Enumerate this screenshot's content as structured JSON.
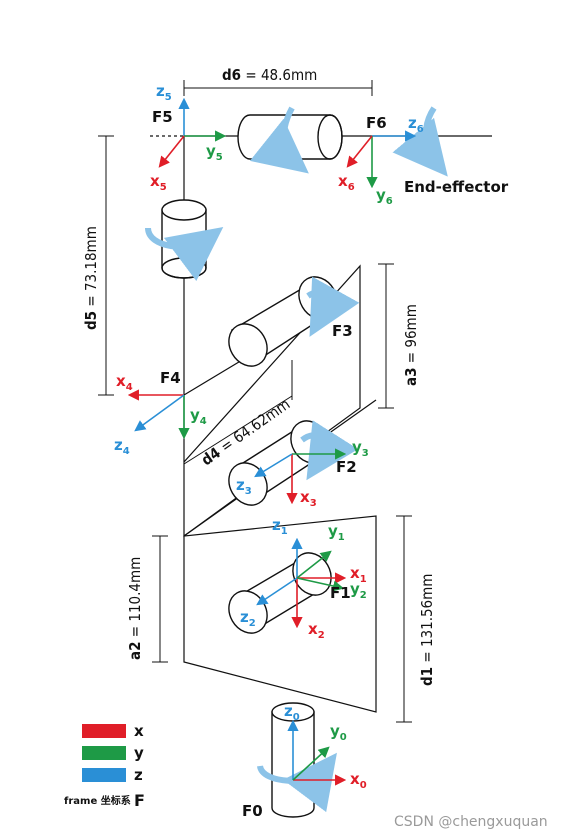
{
  "colors": {
    "x_axis": "#e01e28",
    "y_axis": "#1e9a46",
    "z_axis": "#2a8fd6",
    "rotation": "#8cc3e8",
    "line": "#111111",
    "watermark": "#9a9a9a"
  },
  "dimensions": {
    "d6": {
      "name": "d6",
      "value": " = 48.6mm"
    },
    "d5": {
      "name": "d5",
      "value": " = 73.18mm"
    },
    "a3": {
      "name": "a3",
      "value": " = 96mm"
    },
    "d4": {
      "name": "d4",
      "value": " = 64.62mm"
    },
    "a2": {
      "name": "a2",
      "value": " = 110.4mm"
    },
    "d1": {
      "name": "d1",
      "value": " = 131.56mm"
    }
  },
  "frames": {
    "f0": "F0",
    "f1": "F1",
    "f2": "F2",
    "f3": "F3",
    "f4": "F4",
    "f5": "F5",
    "f6": "F6"
  },
  "axes": {
    "x": "x",
    "y": "y",
    "z": "z",
    "sub0": "0",
    "sub1": "1",
    "sub2": "2",
    "sub3": "3",
    "sub4": "4",
    "sub5": "5",
    "sub6": "6"
  },
  "end_effector": "End-effector",
  "legend": {
    "x_label": "x",
    "y_label": "y",
    "z_label": "z",
    "frame_caption": "frame 坐标系",
    "frame_symbol": "F"
  },
  "watermark": "CSDN @chengxuquan"
}
